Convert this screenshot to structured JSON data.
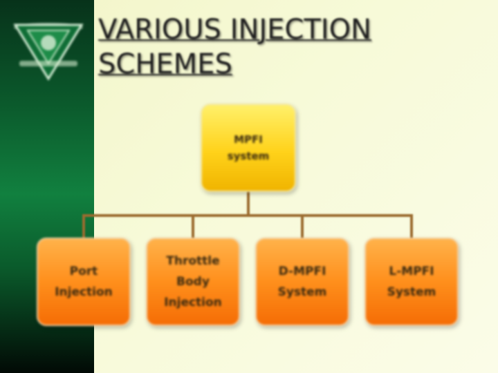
{
  "slide": {
    "title_line1": "VARIOUS INJECTION",
    "title_line2": "SCHEMES"
  },
  "colors": {
    "sidebar": "#0b6a32",
    "background": "#f6f9d4",
    "root_box": "#ffd21a",
    "child_box": "#ff8f1c",
    "connector": "#9b6b2f"
  },
  "diagram": {
    "root": {
      "label": "MPFI\nsystem"
    },
    "children": [
      {
        "label": "Port\nInjection"
      },
      {
        "label": "Throttle\nBody\nInjection"
      },
      {
        "label": "D-MPFI\nSystem"
      },
      {
        "label": "L-MPFI\nSystem"
      }
    ]
  }
}
